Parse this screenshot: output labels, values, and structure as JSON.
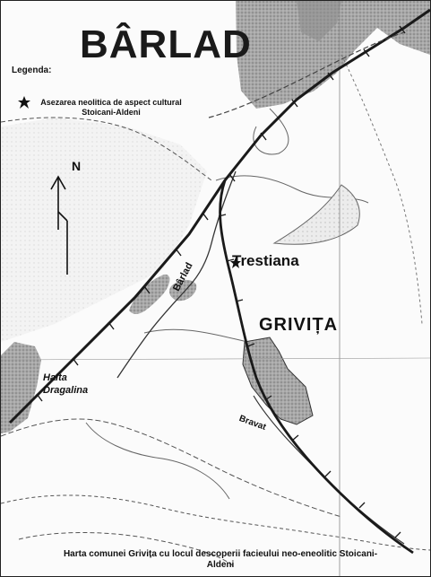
{
  "map": {
    "title": "BÂRLAD",
    "legend": {
      "heading": "Legenda:",
      "item_text": "Asezarea neolitica de aspect cultural Stoicani-Aldeni"
    },
    "north_label": "N",
    "places": {
      "trestiana": "Trestiana",
      "grivita": "GRIVIȚA",
      "halta_line1": "Halta",
      "halta_line2": "Dragalina"
    },
    "rivers": {
      "barlad": "Bârlad",
      "bravat": "Bravat"
    },
    "caption": "Harta comunei Grivița cu locul descoperii facieului neo-eneolitic Stoicani-Aldeni",
    "icons": {
      "legend_symbol": "star-icon",
      "north_arrow": "north-arrow-icon"
    },
    "colors": {
      "urban_area": "#9a9a9a",
      "railway": "#1a1a1a",
      "contour": "#555555"
    }
  }
}
